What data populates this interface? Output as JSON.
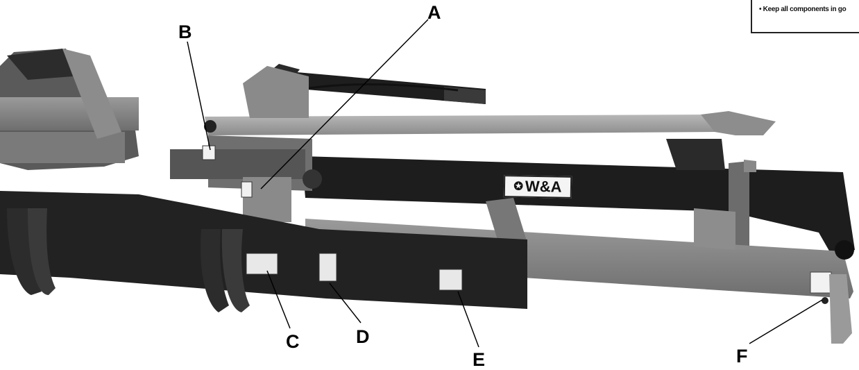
{
  "note": {
    "text": "• Keep all components in go"
  },
  "brand": {
    "text": "W&A"
  },
  "callouts": [
    {
      "id": "A",
      "label": "A"
    },
    {
      "id": "B",
      "label": "B"
    },
    {
      "id": "C",
      "label": "C"
    },
    {
      "id": "D",
      "label": "D"
    },
    {
      "id": "E",
      "label": "E"
    },
    {
      "id": "F",
      "label": "F"
    }
  ]
}
